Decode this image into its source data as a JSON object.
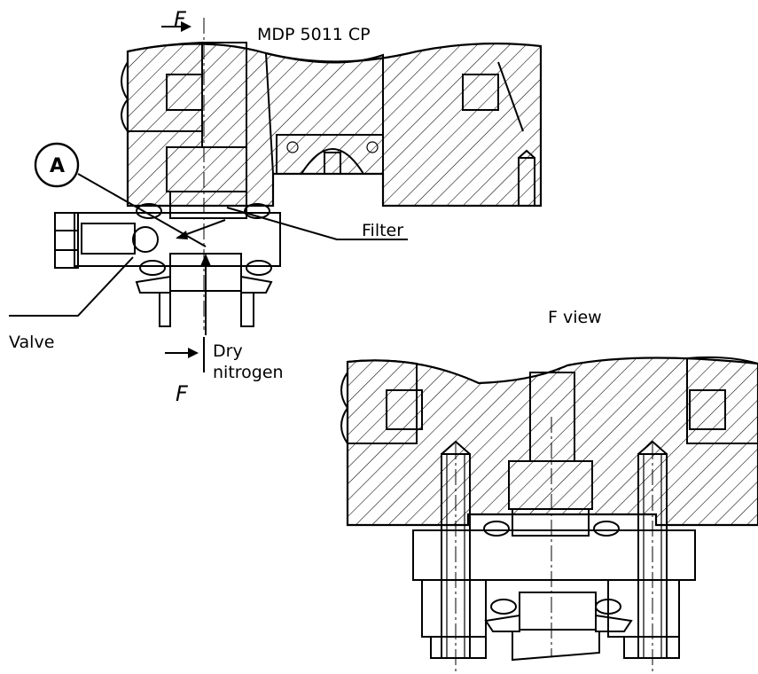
{
  "labels": {
    "model": "MDP 5011 CP",
    "section_top": "F",
    "section_bottom": "F",
    "detail": "A",
    "filter": "Filter",
    "valve": "Valve",
    "dry": "Dry",
    "nitrogen": "nitrogen",
    "f_view": "F view"
  },
  "colors": {
    "line": "#000000",
    "hatch": "#000000",
    "gray_fill": "#d9d9d9",
    "background": "#ffffff"
  }
}
